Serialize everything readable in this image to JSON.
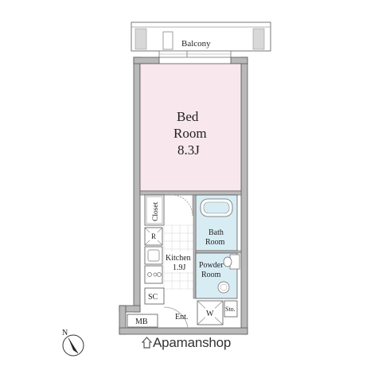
{
  "rooms": {
    "balcony": "Balcony",
    "bedroom": {
      "line1": "Bed",
      "line2": "Room",
      "area": "8.3J"
    },
    "closet": "Closet",
    "refrigerator": "R",
    "kitchen": {
      "line1": "Kitchen",
      "area": "1.9J"
    },
    "bathroom": {
      "line1": "Bath",
      "line2": "Room"
    },
    "powder_room": {
      "line1": "Powder",
      "line2": "Room"
    },
    "shoe_cabinet": "SC",
    "entrance": "Ent.",
    "washer": "W",
    "storage": "Sto.",
    "meter_box": "MB"
  },
  "compass": {
    "label": "N"
  },
  "watermark": {
    "text": "Apamanshop"
  },
  "colors": {
    "bedroom_fill": "#f8e8ee",
    "bath_fill": "#d8ecf4",
    "wall": "#b9b9b9",
    "outline": "#555555"
  }
}
